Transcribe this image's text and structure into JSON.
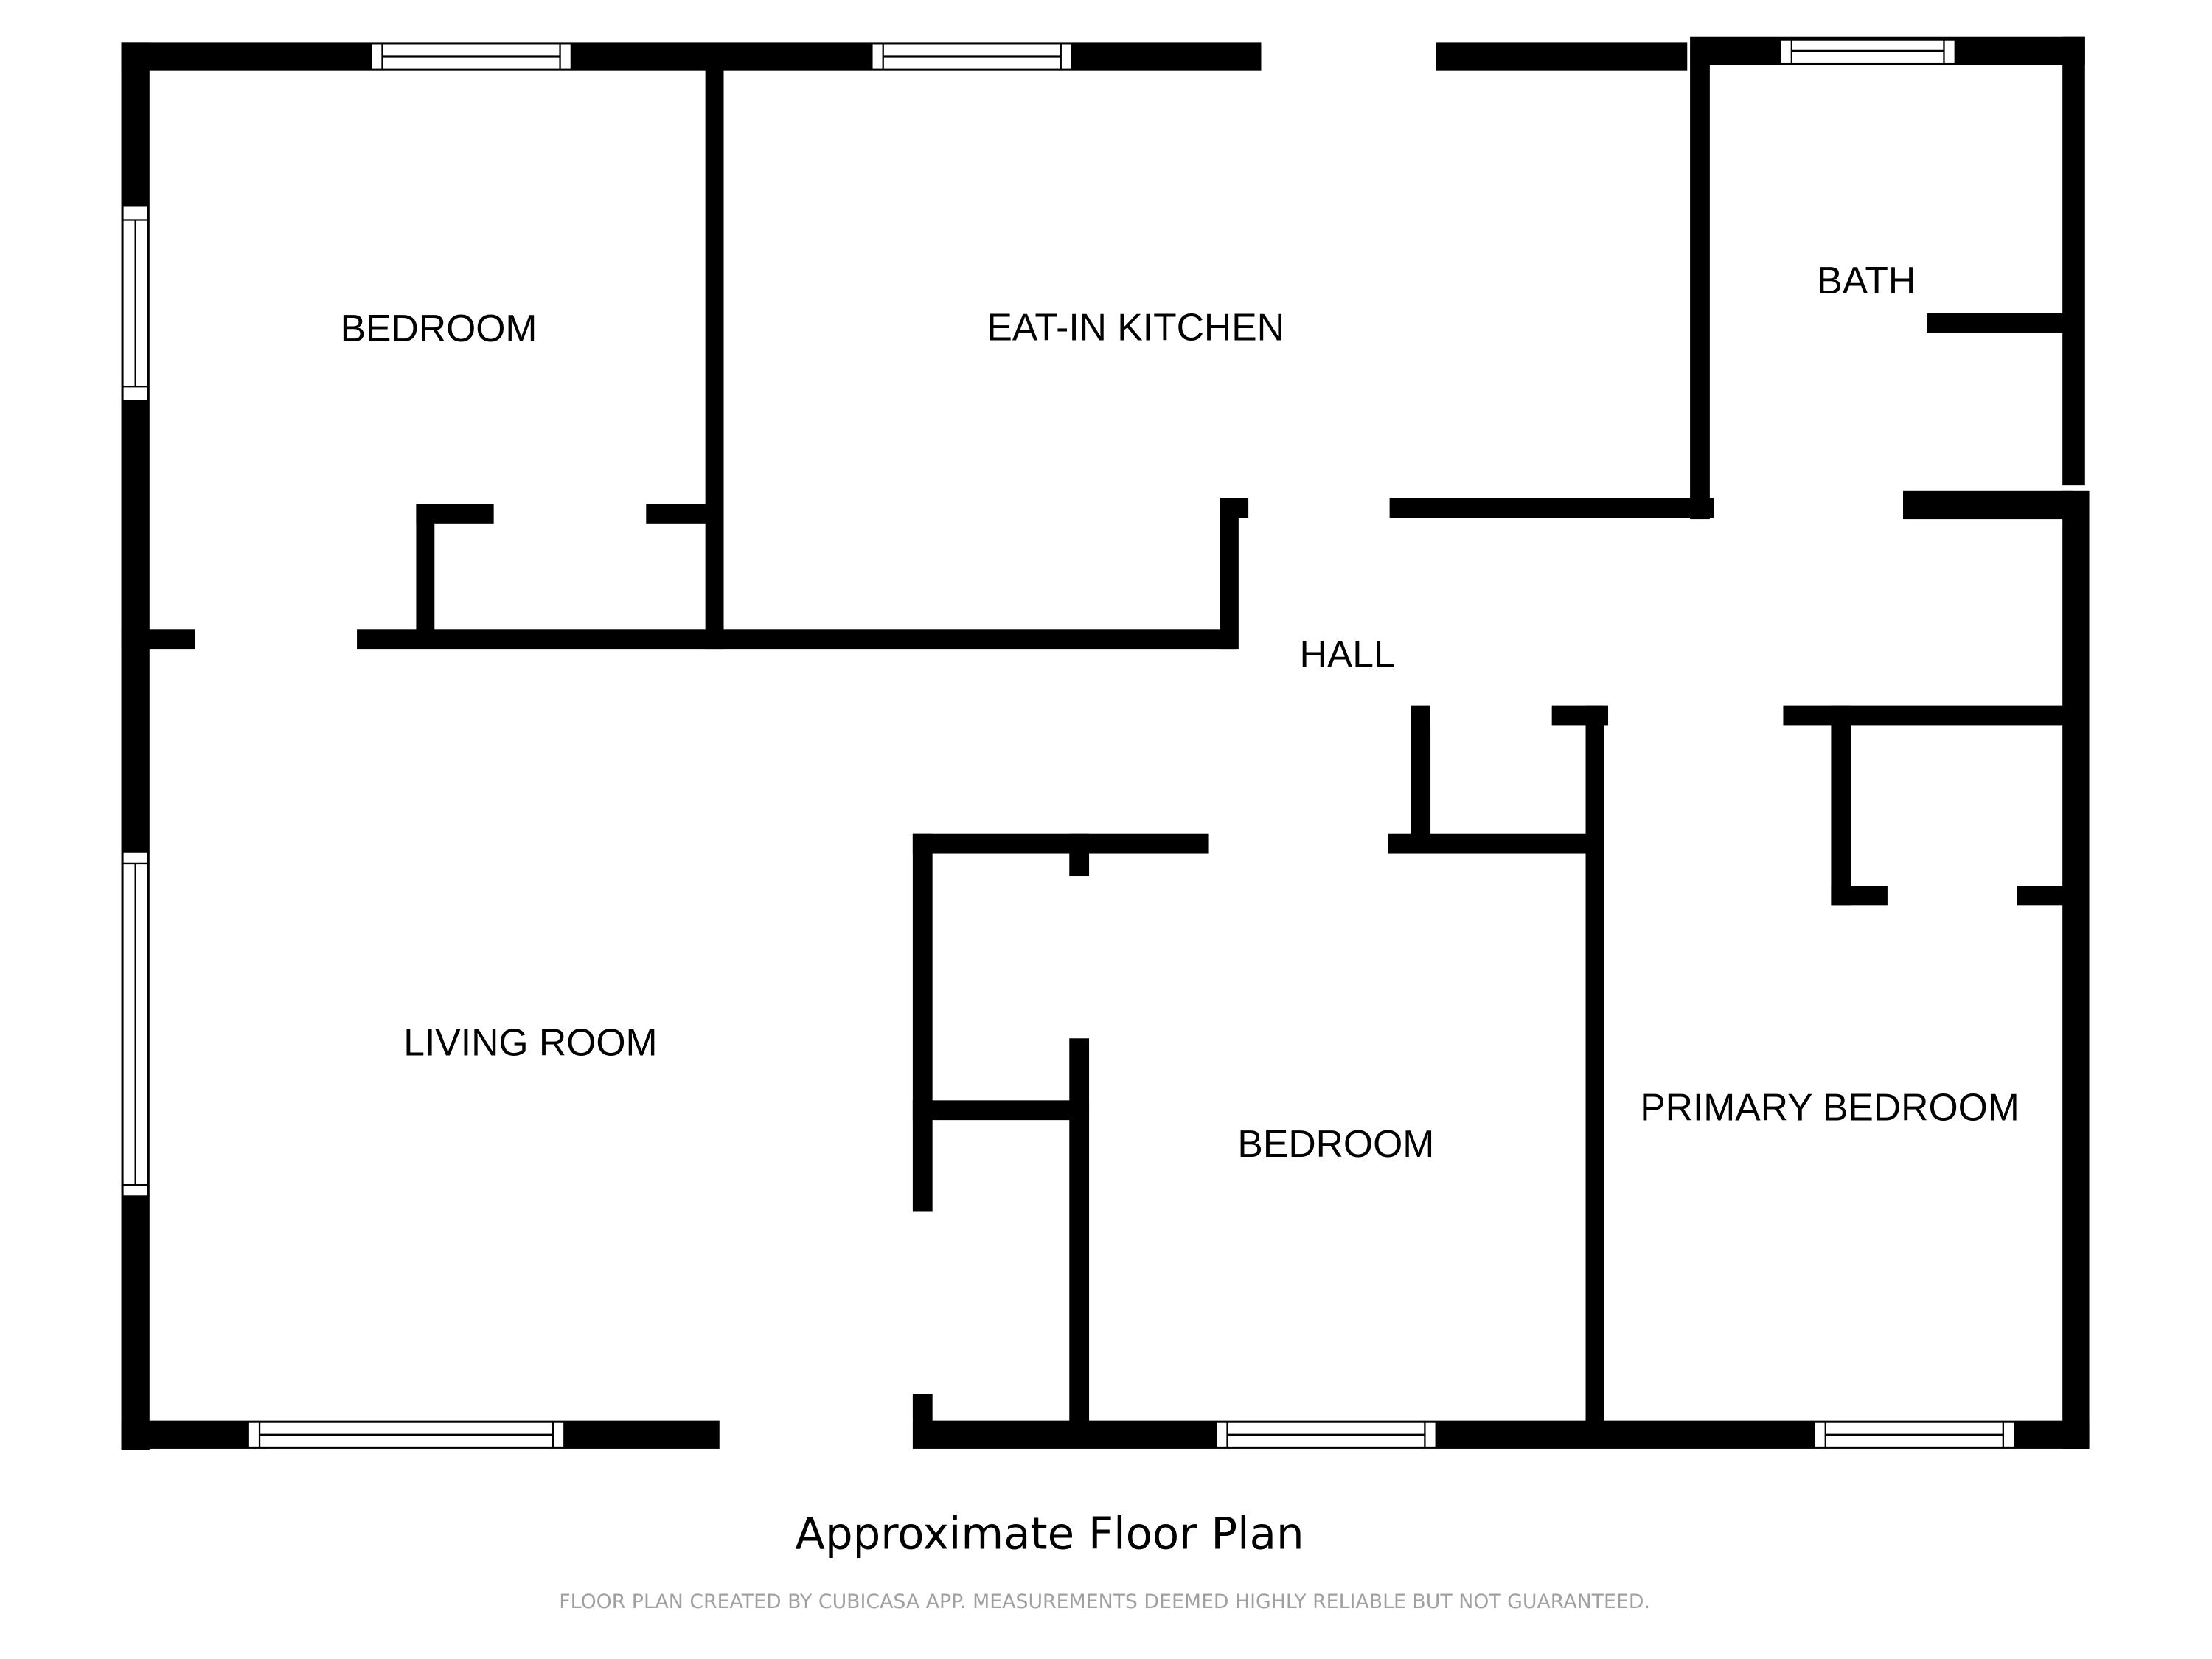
{
  "plan": {
    "title": "Approximate Floor Plan",
    "disclaimer": "FLOOR PLAN CREATED BY CUBICASA APP. MEASUREMENTS DEEMED HIGHLY RELIABLE BUT NOT GUARANTEED.",
    "colors": {
      "wall": "#000000",
      "background": "#ffffff",
      "disclaimer": "#a0a0a0"
    }
  },
  "rooms": {
    "bedroom_nw": {
      "label": "BEDROOM"
    },
    "kitchen": {
      "label": "EAT-IN KITCHEN"
    },
    "bath": {
      "label": "BATH"
    },
    "hall": {
      "label": "HALL"
    },
    "living": {
      "label": "LIVING ROOM"
    },
    "bedroom_s": {
      "label": "BEDROOM"
    },
    "primary": {
      "label": "PRIMARY BEDROOM"
    }
  }
}
